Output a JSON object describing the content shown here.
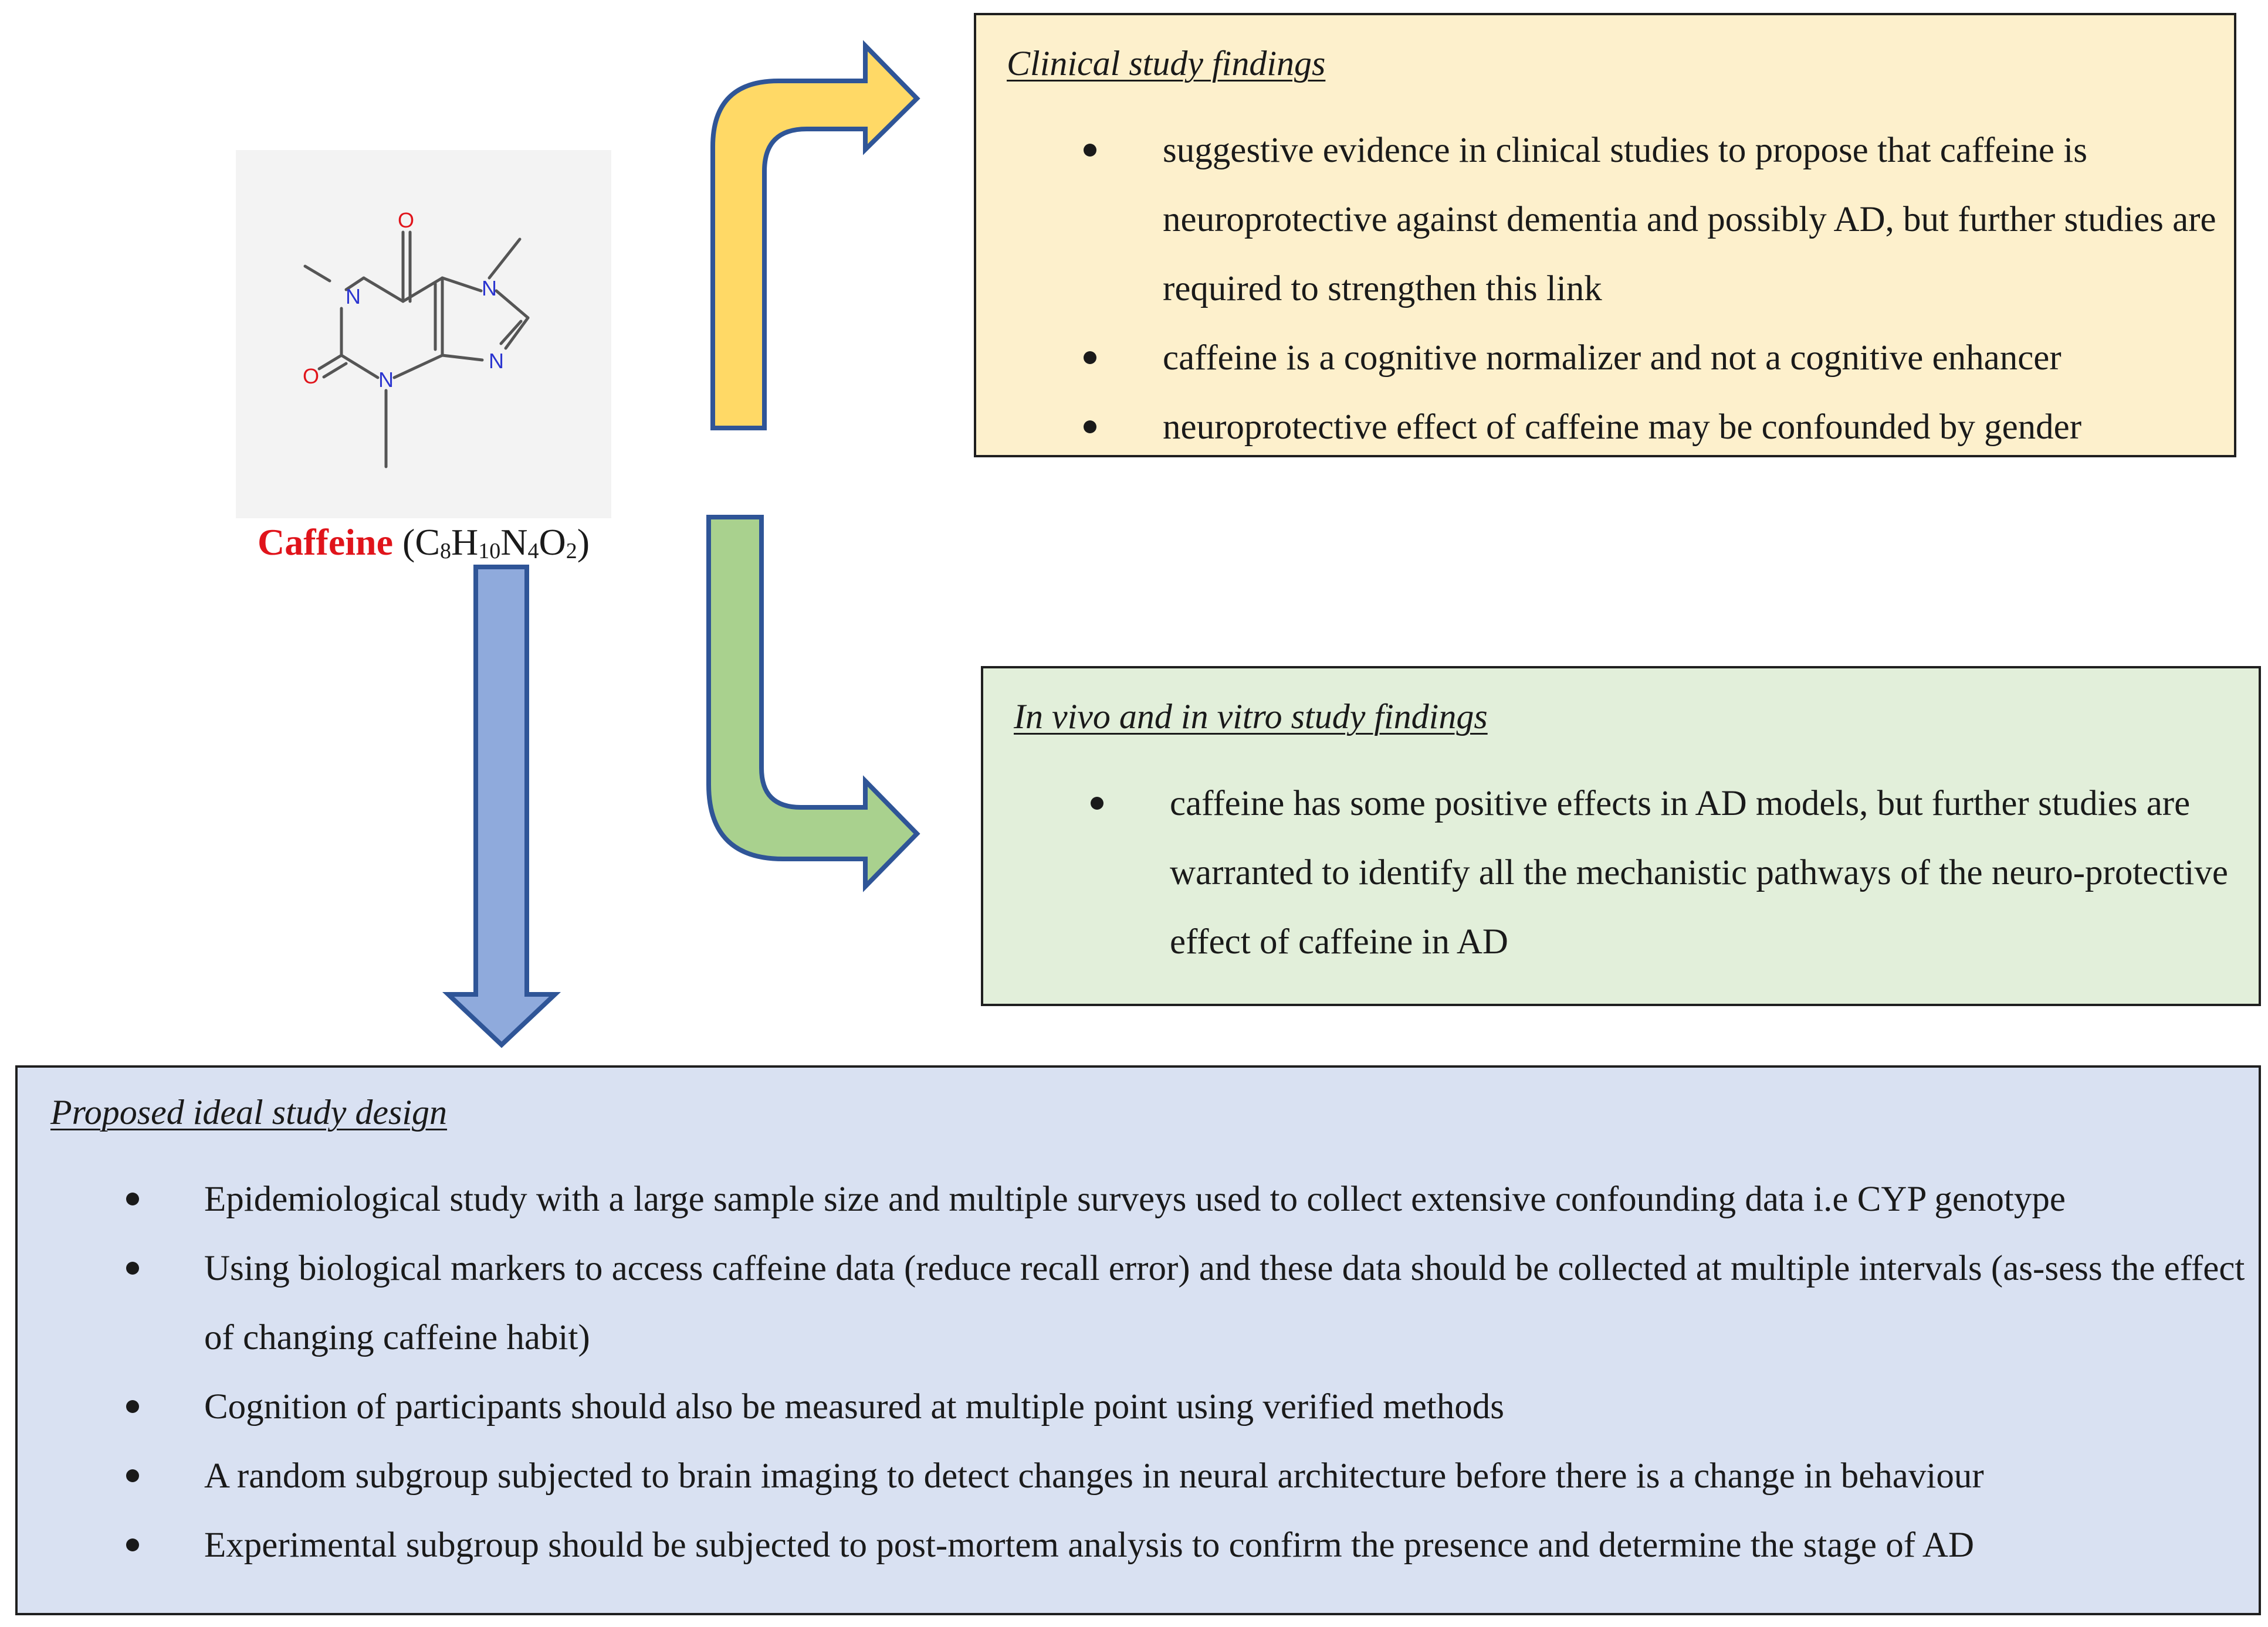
{
  "molecule": {
    "name": "Caffeine",
    "formula": {
      "open": "(",
      "parts": [
        {
          "el": "C",
          "n": "8"
        },
        {
          "el": "H",
          "n": "10"
        },
        {
          "el": "N",
          "n": "4"
        },
        {
          "el": "O",
          "n": "2"
        }
      ],
      "close": ")"
    },
    "atoms": {
      "o": "O",
      "n": "N"
    }
  },
  "clinical": {
    "title": "Clinical study findings",
    "bullets": [
      "suggestive evidence in clinical studies to propose that caffeine is neuroprotective against dementia and possibly AD, but further studies are required to strengthen this link",
      "caffeine is a cognitive normalizer and not a cognitive enhancer",
      "neuroprotective effect of caffeine may be confounded by gender"
    ]
  },
  "invivo": {
    "title": "In vivo and in vitro study findings",
    "bullets": [
      "caffeine has some positive effects in AD models, but further studies are warranted to identify all the mechanistic pathways of the neuro-protective effect of caffeine in AD"
    ]
  },
  "design": {
    "title": "Proposed ideal study design",
    "bullets": [
      "Epidemiological study with a large sample size and multiple surveys used to collect extensive confounding data i.e CYP genotype",
      "Using biological markers to access caffeine data (reduce recall error) and these data should be collected at multiple intervals (as-sess the effect of changing caffeine habit)",
      "Cognition of participants should also be measured at multiple point using verified methods",
      "A random subgroup subjected to brain imaging to detect changes in neural architecture before there is a change in behaviour",
      "Experimental subgroup should be subjected to post-mortem analysis to confirm the presence and determine the stage of AD"
    ]
  },
  "colors": {
    "clinical_fill": "#fdf0cc",
    "invivo_fill": "#e2efda",
    "design_fill": "#d9e1f2",
    "arrow_yellow": "#ffd966",
    "arrow_green": "#a9d18e",
    "arrow_blue": "#8faadc",
    "arrow_stroke": "#2f5597",
    "name_red": "#e0141b"
  }
}
